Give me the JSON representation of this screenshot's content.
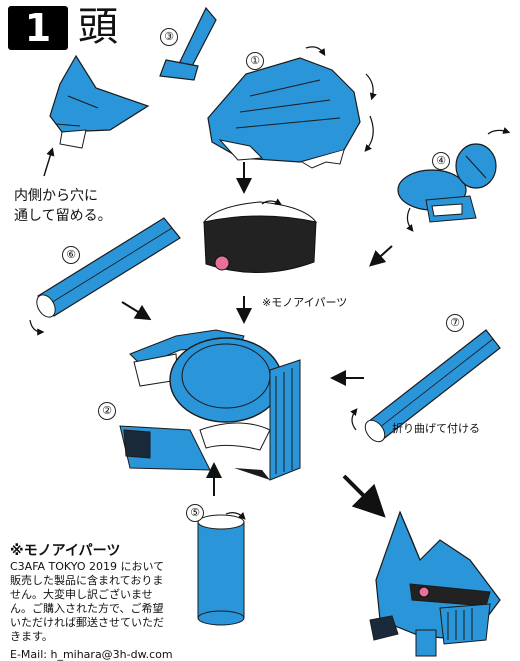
{
  "header": {
    "step_number": "1",
    "title": "頭"
  },
  "parts": {
    "p1": "①",
    "p2": "②",
    "p3": "③",
    "p4": "④",
    "p5": "⑤",
    "p6": "⑥",
    "p7": "⑦"
  },
  "notes": {
    "insert_line1": "内側から穴に",
    "insert_line2": "通して留める。",
    "mono_eye_label": "※モノアイパーツ",
    "fold_attach": "折り曲げて付ける"
  },
  "notice": {
    "title": "※モノアイパーツ",
    "body": "C3AFA TOKYO 2019 において販売した製品に含まれておりません。大変申し訳ございません。ご購入された方で、ご希望いただければ郵送させていただきます。",
    "email": "E-Mail: h_mihara@3h-dw.com"
  },
  "colors": {
    "part_blue": "#2a95d8",
    "outline": "#1a1a1a",
    "eye_pink": "#e8709a",
    "band": "#222222"
  }
}
